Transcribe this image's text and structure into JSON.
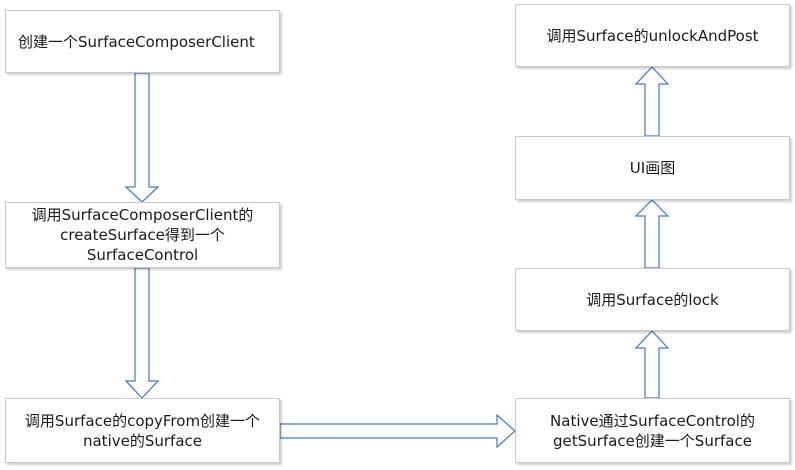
{
  "diagram": {
    "nodes": [
      {
        "id": "n1",
        "lines": [
          "创建一个SurfaceComposerClient"
        ]
      },
      {
        "id": "n2",
        "lines": [
          "调用SurfaceComposerClient的",
          "createSurface得到一个",
          "SurfaceControl"
        ]
      },
      {
        "id": "n3",
        "lines": [
          "调用Surface的copyFrom创建一个",
          "native的Surface"
        ]
      },
      {
        "id": "n4",
        "lines": [
          "Native通过SurfaceControl的",
          "getSurface创建一个Surface"
        ]
      },
      {
        "id": "n5",
        "lines": [
          "调用Surface的lock"
        ]
      },
      {
        "id": "n6",
        "lines": [
          "UI画图"
        ]
      },
      {
        "id": "n7",
        "lines": [
          "调用Surface的unlockAndPost"
        ]
      }
    ],
    "edges": [
      {
        "from": "n1",
        "to": "n2",
        "direction": "down"
      },
      {
        "from": "n2",
        "to": "n3",
        "direction": "down"
      },
      {
        "from": "n3",
        "to": "n4",
        "direction": "right"
      },
      {
        "from": "n4",
        "to": "n5",
        "direction": "up"
      },
      {
        "from": "n5",
        "to": "n6",
        "direction": "up"
      },
      {
        "from": "n6",
        "to": "n7",
        "direction": "up"
      }
    ],
    "colors": {
      "arrow_stroke": "#4a79b0",
      "arrow_fill": "#ffffff",
      "node_border": "#c9c9c9",
      "text": "#1a1a1a"
    }
  }
}
